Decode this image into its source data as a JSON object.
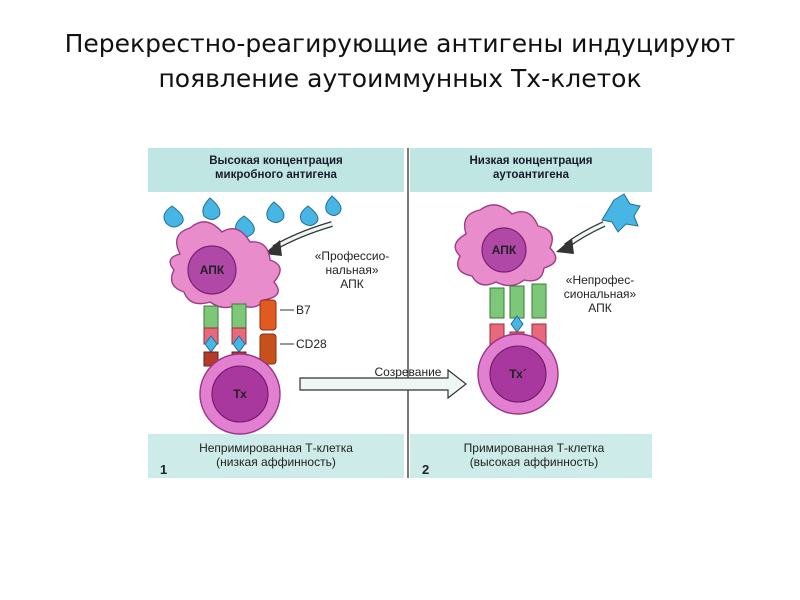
{
  "title": {
    "line1": "Перекрестно-реагирующие антигены индуцируют",
    "line2": "появление аутоиммунных Тх-клеток"
  },
  "panel1": {
    "header_line1": "Высокая концентрация",
    "header_line2": "микробного антигена",
    "apc_label": "АПК",
    "apc_desc_line1": "«Профессио-",
    "apc_desc_line2": "нальная»",
    "apc_desc_line3": "АПК",
    "b7_label": "B7",
    "cd28_label": "CD28",
    "t_cell_label": "Тх",
    "caption_line1": "Непримированная Т-клетка",
    "caption_line2": "(низкая аффинность)",
    "number": "1"
  },
  "middle": {
    "arrow_label": "Созревание"
  },
  "panel2": {
    "header_line1": "Низкая концентрация",
    "header_line2": "аутоантигена",
    "apc_label": "АПК",
    "apc_desc_line1": "«Непрофес-",
    "apc_desc_line2": "сиональная»",
    "apc_desc_line3": "АПК",
    "t_cell_label": "Тх´",
    "caption_line1": "Примированная Т-клетка",
    "caption_line2": "(высокая аффинность)",
    "number": "2"
  },
  "colors": {
    "header_band": "#bfe6e3",
    "caption_band": "#cdebe8",
    "apc_membrane": "#e98ccb",
    "apc_nucleus": "#b048a8",
    "t_cell_membrane": "#e27fd0",
    "t_cell_nucleus": "#a8389e",
    "antigen": "#48b6e4",
    "b7_receptor": "#e05a22",
    "tcr": "#7cc878",
    "mhc": "#e86a7a",
    "arrow_fill": "#eef6f6"
  }
}
